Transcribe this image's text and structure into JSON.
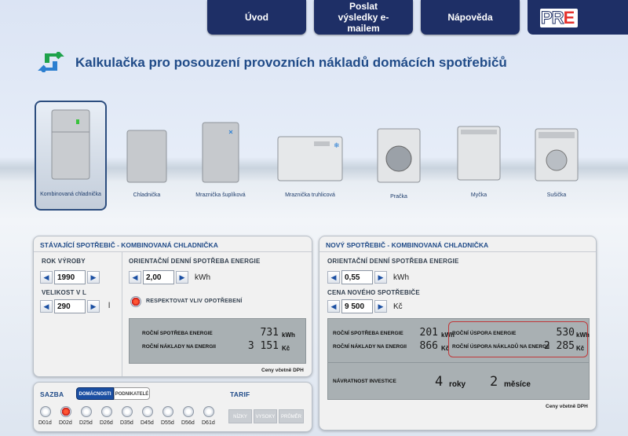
{
  "nav": {
    "home": "Úvod",
    "send": "Poslat výsledky e-mailem",
    "help": "Nápověda",
    "logo_pr": "PR",
    "logo_e": "E"
  },
  "page_title": "Kalkulačka pro posouzení provozních nákladů domácích spotřebičů",
  "appliances": [
    "Kombinovaná chladnička",
    "Chladnička",
    "Mraznička šuplíková",
    "Mraznička truhlicová",
    "Pračka",
    "Myčka",
    "Sušička"
  ],
  "current": {
    "header": "STÁVAJÍCÍ SPOTŘEBIČ - KOMBINOVANÁ CHLADNIČKA",
    "year_label": "ROK VÝROBY",
    "year": "1990",
    "volume_label": "VELIKOST V L",
    "volume": "290",
    "volume_unit": "l",
    "daily_label": "ORIENTAČNÍ DENNÍ SPOTŘEBA ENERGIE",
    "daily": "2,00",
    "daily_unit": "kWh",
    "wear_label": "RESPEKTOVAT VLIV OPOTŘEBENÍ",
    "annual_cons_label": "ROČNÍ SPOTŘEBA ENERGIE",
    "annual_cons": "731",
    "annual_cons_unit": "kWh",
    "annual_cost_label": "ROČNÍ NÁKLADY NA ENERGII",
    "annual_cost": "3 151",
    "annual_cost_unit": "Kč",
    "vat_note": "Ceny včetně DPH"
  },
  "new": {
    "header": "NOVÝ SPOTŘEBIČ - KOMBINOVANÁ CHLADNIČKA",
    "daily_label": "ORIENTAČNÍ DENNÍ SPOTŘEBA ENERGIE",
    "daily": "0,55",
    "daily_unit": "kWh",
    "price_label": "CENA NOVÉHO SPOTŘEBIČE",
    "price": "9 500",
    "price_unit": "Kč",
    "annual_cons_label": "ROČNÍ SPOTŘEBA ENERGIE",
    "annual_cons": "201",
    "annual_cons_unit": "kWh",
    "annual_cost_label": "ROČNÍ NÁKLADY NA ENERGII",
    "annual_cost": "866",
    "annual_cost_unit": "Kč",
    "saving_energy_label": "ROČNÍ ÚSPORA ENERGIE",
    "saving_energy": "530",
    "saving_energy_unit": "kWh",
    "saving_cost_label": "ROČNÍ ÚSPORA NÁKLADŮ NA ENERGII",
    "saving_cost": "2 285",
    "saving_cost_unit": "Kč",
    "payback_label": "NÁVRATNOST INVESTICE",
    "payback_years": "4",
    "payback_years_unit": "roky",
    "payback_months": "2",
    "payback_months_unit": "měsíce",
    "vat_note": "Ceny včetně DPH"
  },
  "rate": {
    "sazba_label": "SAZBA",
    "tab_home": "DOMÁCNOSTI",
    "tab_business": "PODNIKATELÉ",
    "tarif_label": "TARIF",
    "tarif_low": "NÍZKY",
    "tarif_high": "VYSOKY",
    "tarif_avg": "PRŮMĚR",
    "codes": [
      "D01d",
      "D02d",
      "D25d",
      "D26d",
      "D35d",
      "D45d",
      "D55d",
      "D56d",
      "D61d"
    ],
    "selected": "D02d"
  },
  "colors": {
    "navy": "#1e2f66",
    "title_blue": "#204b88",
    "accent_red": "#e5322d"
  }
}
